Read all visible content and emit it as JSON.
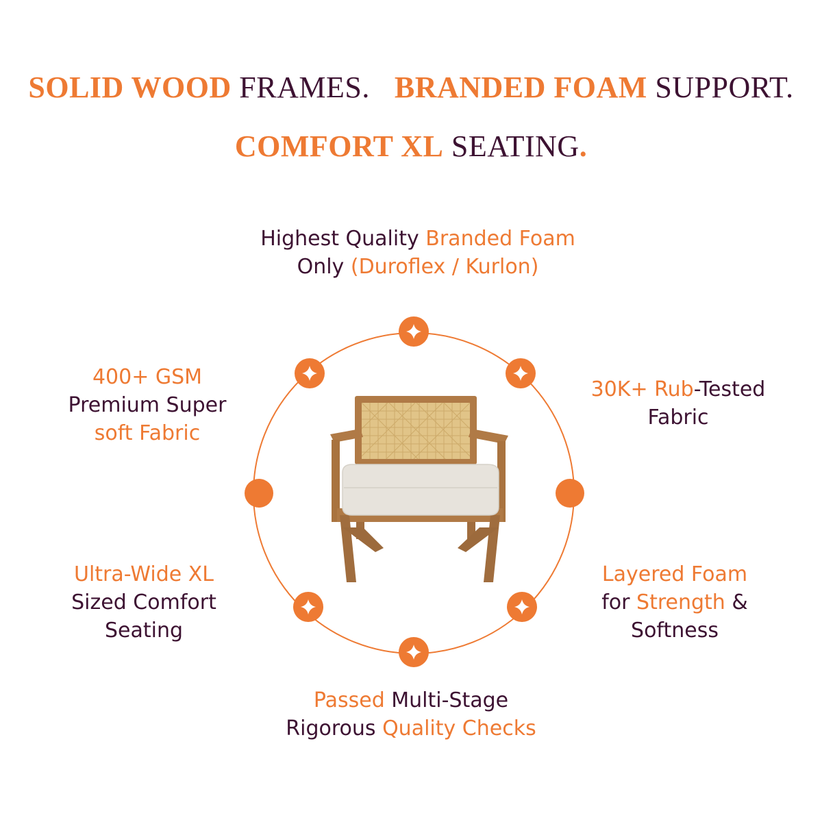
{
  "headline": {
    "line1": {
      "p1_bold": "SOLID WOOD",
      "p1_rest": " FRAMES.",
      "p2_bold": "BRANDED FOAM",
      "p2_rest": " SUPPORT."
    },
    "line2": {
      "bold": "COMFORT XL",
      "rest": " SEATING",
      "period": "."
    }
  },
  "features": {
    "top": {
      "a": "Highest Quality ",
      "b": "Branded Foam",
      "c": "Only ",
      "d": "(Duroflex / Kurlon)"
    },
    "left_top": {
      "a": "400+ GSM",
      "b": "Premium Super",
      "c": "soft Fabric"
    },
    "right_top": {
      "a": "30K+ Rub",
      "b": "-Tested",
      "c": "Fabric"
    },
    "left_bottom": {
      "a": "Ultra-Wide XL",
      "b": "Sized Comfort",
      "c": "Seating"
    },
    "right_bottom": {
      "a": "Layered Foam",
      "b": "for ",
      "c": "Strength",
      "d": " &",
      "e": "Softness"
    },
    "bottom": {
      "a": "Passed",
      "b": " Multi-Stage",
      "c": "Rigorous ",
      "d": "Quality Checks"
    }
  },
  "colors": {
    "accent": "#ee7a33",
    "text_dark": "#3d1232",
    "background": "#ffffff",
    "wood": "#b07a46",
    "cane": "#e1c488",
    "cushion": "#e7e3dc"
  },
  "icons": {
    "ring_markers": [
      "sparkle-icon",
      "sparkle-icon",
      "dot-icon",
      "sparkle-icon",
      "sparkle-icon",
      "sparkle-icon",
      "dot-icon",
      "sparkle-icon"
    ],
    "product": "armchair-illustration"
  }
}
